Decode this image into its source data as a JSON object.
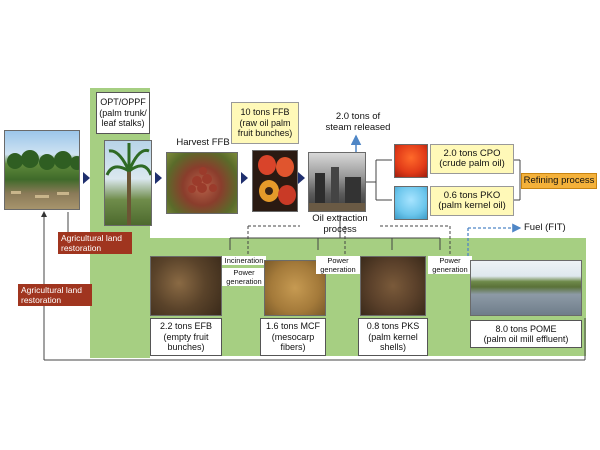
{
  "opt_box": [
    "OPT/OPPF",
    "(palm trunk/",
    "leaf stalks)"
  ],
  "harvest_label": "Harvest FFB",
  "ffb_box": [
    "10 tons FFB",
    "(raw oil palm",
    "fruit bunches)"
  ],
  "steam_label": [
    "2.0 tons of",
    "steam released"
  ],
  "cpo_box": [
    "2.0 tons CPO",
    "(crude palm oil)"
  ],
  "pko_box": [
    "0.6 tons PKO",
    "(palm kernel oil)"
  ],
  "refining_label": "Refining process",
  "oil_extraction_label": [
    "Oil extraction",
    "process"
  ],
  "fuel_label": "Fuel (FIT)",
  "agri_restoration_top": [
    "Agricultural land",
    "restoration"
  ],
  "agri_restoration_left": [
    "Agricultural land",
    "restoration"
  ],
  "incineration_label": "Incineration",
  "power_gen_1": [
    "Power",
    "generation"
  ],
  "power_gen_2": [
    "Power",
    "generation"
  ],
  "power_gen_3": [
    "Power",
    "generation"
  ],
  "efb_box": [
    "2.2 tons EFB",
    "(empty fruit",
    "bunches)"
  ],
  "mcf_box": [
    "1.6 tons MCF",
    "(mesocarp",
    "fibers)"
  ],
  "pks_box": [
    "0.8 tons PKS",
    "(palm kernel",
    "shells)"
  ],
  "pome_box": [
    "8.0 tons POME",
    "(palm oil mill effluent)"
  ],
  "colors": {
    "panel_green": "#a6cf82",
    "yellow_box": "#fff9b8",
    "orange_box": "#f4b13a",
    "brown_label": "#a0351f",
    "arrow_navy": "#1f2f6e",
    "fuel_arrow": "#4f86c6"
  }
}
